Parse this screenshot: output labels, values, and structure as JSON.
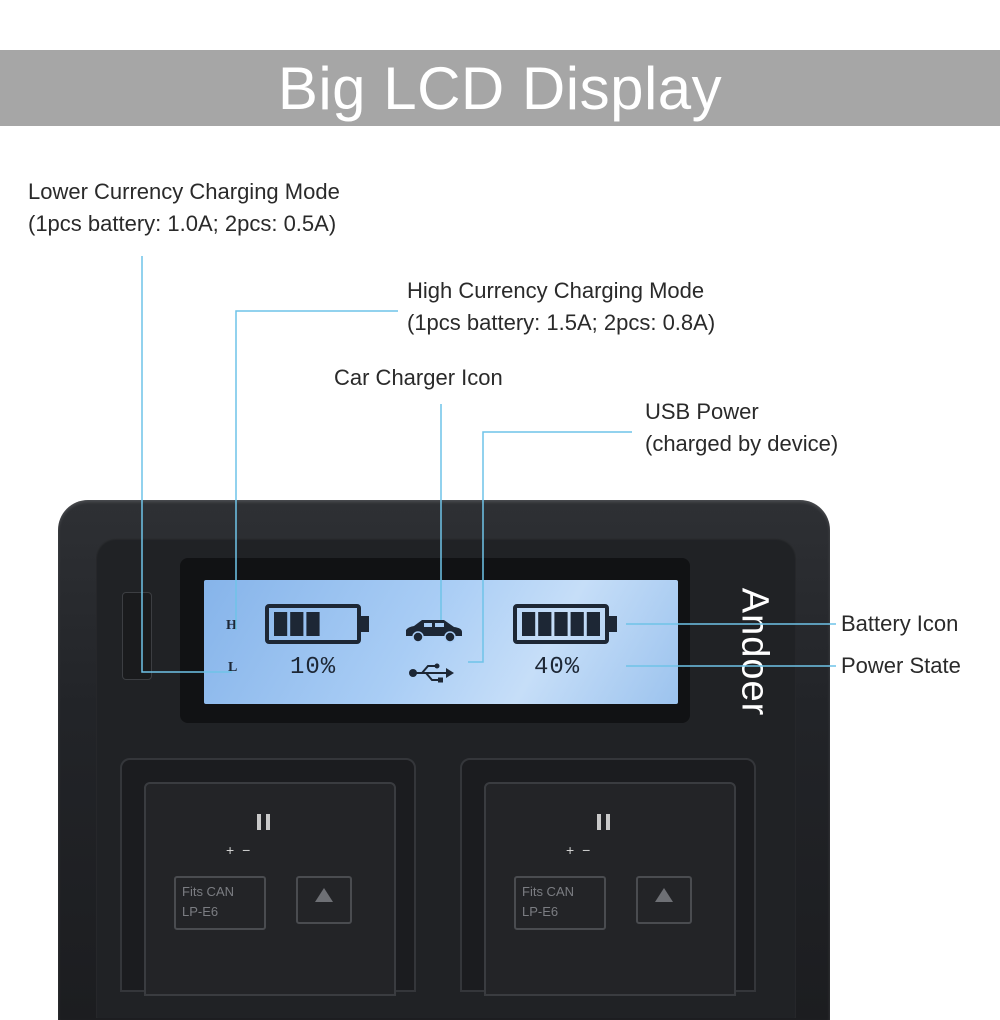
{
  "banner": {
    "title": "Big LCD Display"
  },
  "callouts": {
    "lower_mode": {
      "title": "Lower Currency Charging Mode",
      "detail": "(1pcs battery: 1.0A; 2pcs: 0.5A)"
    },
    "high_mode": {
      "title": "High Currency Charging Mode",
      "detail": "(1pcs battery: 1.5A; 2pcs: 0.8A)"
    },
    "car_charger": {
      "title": "Car Charger Icon"
    },
    "usb_power": {
      "title": "USB Power",
      "detail": "(charged by device)"
    },
    "battery_icon": {
      "title": "Battery Icon"
    },
    "power_state": {
      "title": "Power State"
    }
  },
  "lcd": {
    "mode_high": "H",
    "mode_low": "L",
    "left_slot": {
      "percent_text": "10%",
      "bars_filled": 3,
      "bars_total": 5
    },
    "right_slot": {
      "percent_text": "40%",
      "bars_filled": 5,
      "bars_total": 5
    }
  },
  "device": {
    "brand": "Andoer",
    "bays": [
      {
        "label_line1": "Fits CAN",
        "label_line2": "LP-E6",
        "polarity": "+ −"
      },
      {
        "label_line1": "Fits CAN",
        "label_line2": "LP-E6",
        "polarity": "+ −"
      }
    ]
  },
  "colors": {
    "banner_bg": "#a6a6a6",
    "leader_line": "#6fc3e8",
    "lcd_bg": "#a9cdf5",
    "device_body": "#222428"
  }
}
